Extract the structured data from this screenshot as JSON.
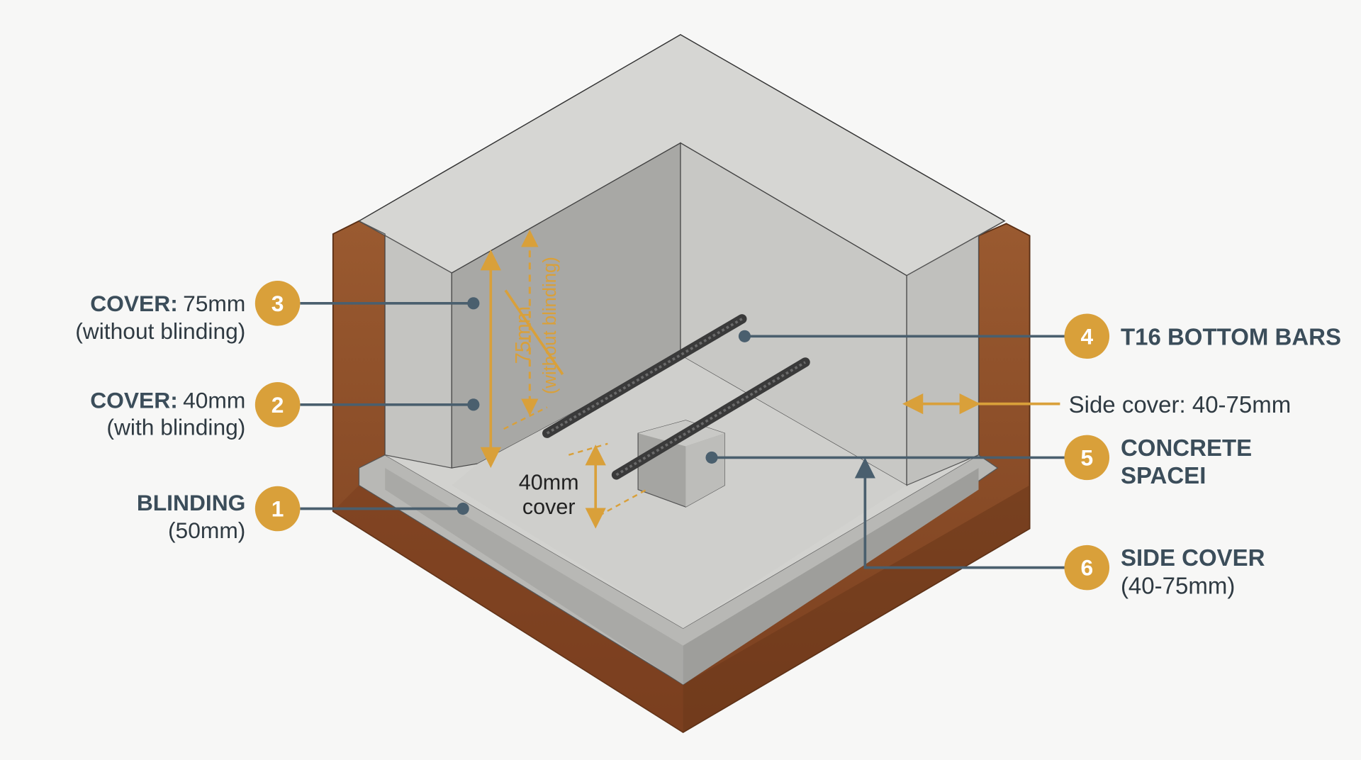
{
  "colors": {
    "accent": "#d9a03a",
    "leader": "#4a5f6e",
    "text": "#3b4d5a",
    "soil": "#8a4a26",
    "concrete": "#c9c9c7"
  },
  "callouts": [
    {
      "number": "1",
      "title": "BLINDING",
      "detail": "(50mm)"
    },
    {
      "number": "2",
      "title": "COVER:",
      "value": "40mm",
      "detail": "(with blinding)"
    },
    {
      "number": "3",
      "title": "COVER:",
      "value": "75mm",
      "detail": "(without blinding)"
    },
    {
      "number": "4",
      "title": "T16 BOTTOM BARS"
    },
    {
      "number": "5",
      "title": "CONCRETE",
      "title2": "SPACEI"
    },
    {
      "number": "6",
      "title": "SIDE COVER",
      "detail": "(40-75mm)"
    }
  ],
  "side_cover_note": "Side cover: 40-75mm",
  "dimensions": {
    "vertical_75": "75mm",
    "vertical_75_note": "(without blinding)",
    "bottom_cover_1": "40mm",
    "bottom_cover_2": "cover"
  }
}
